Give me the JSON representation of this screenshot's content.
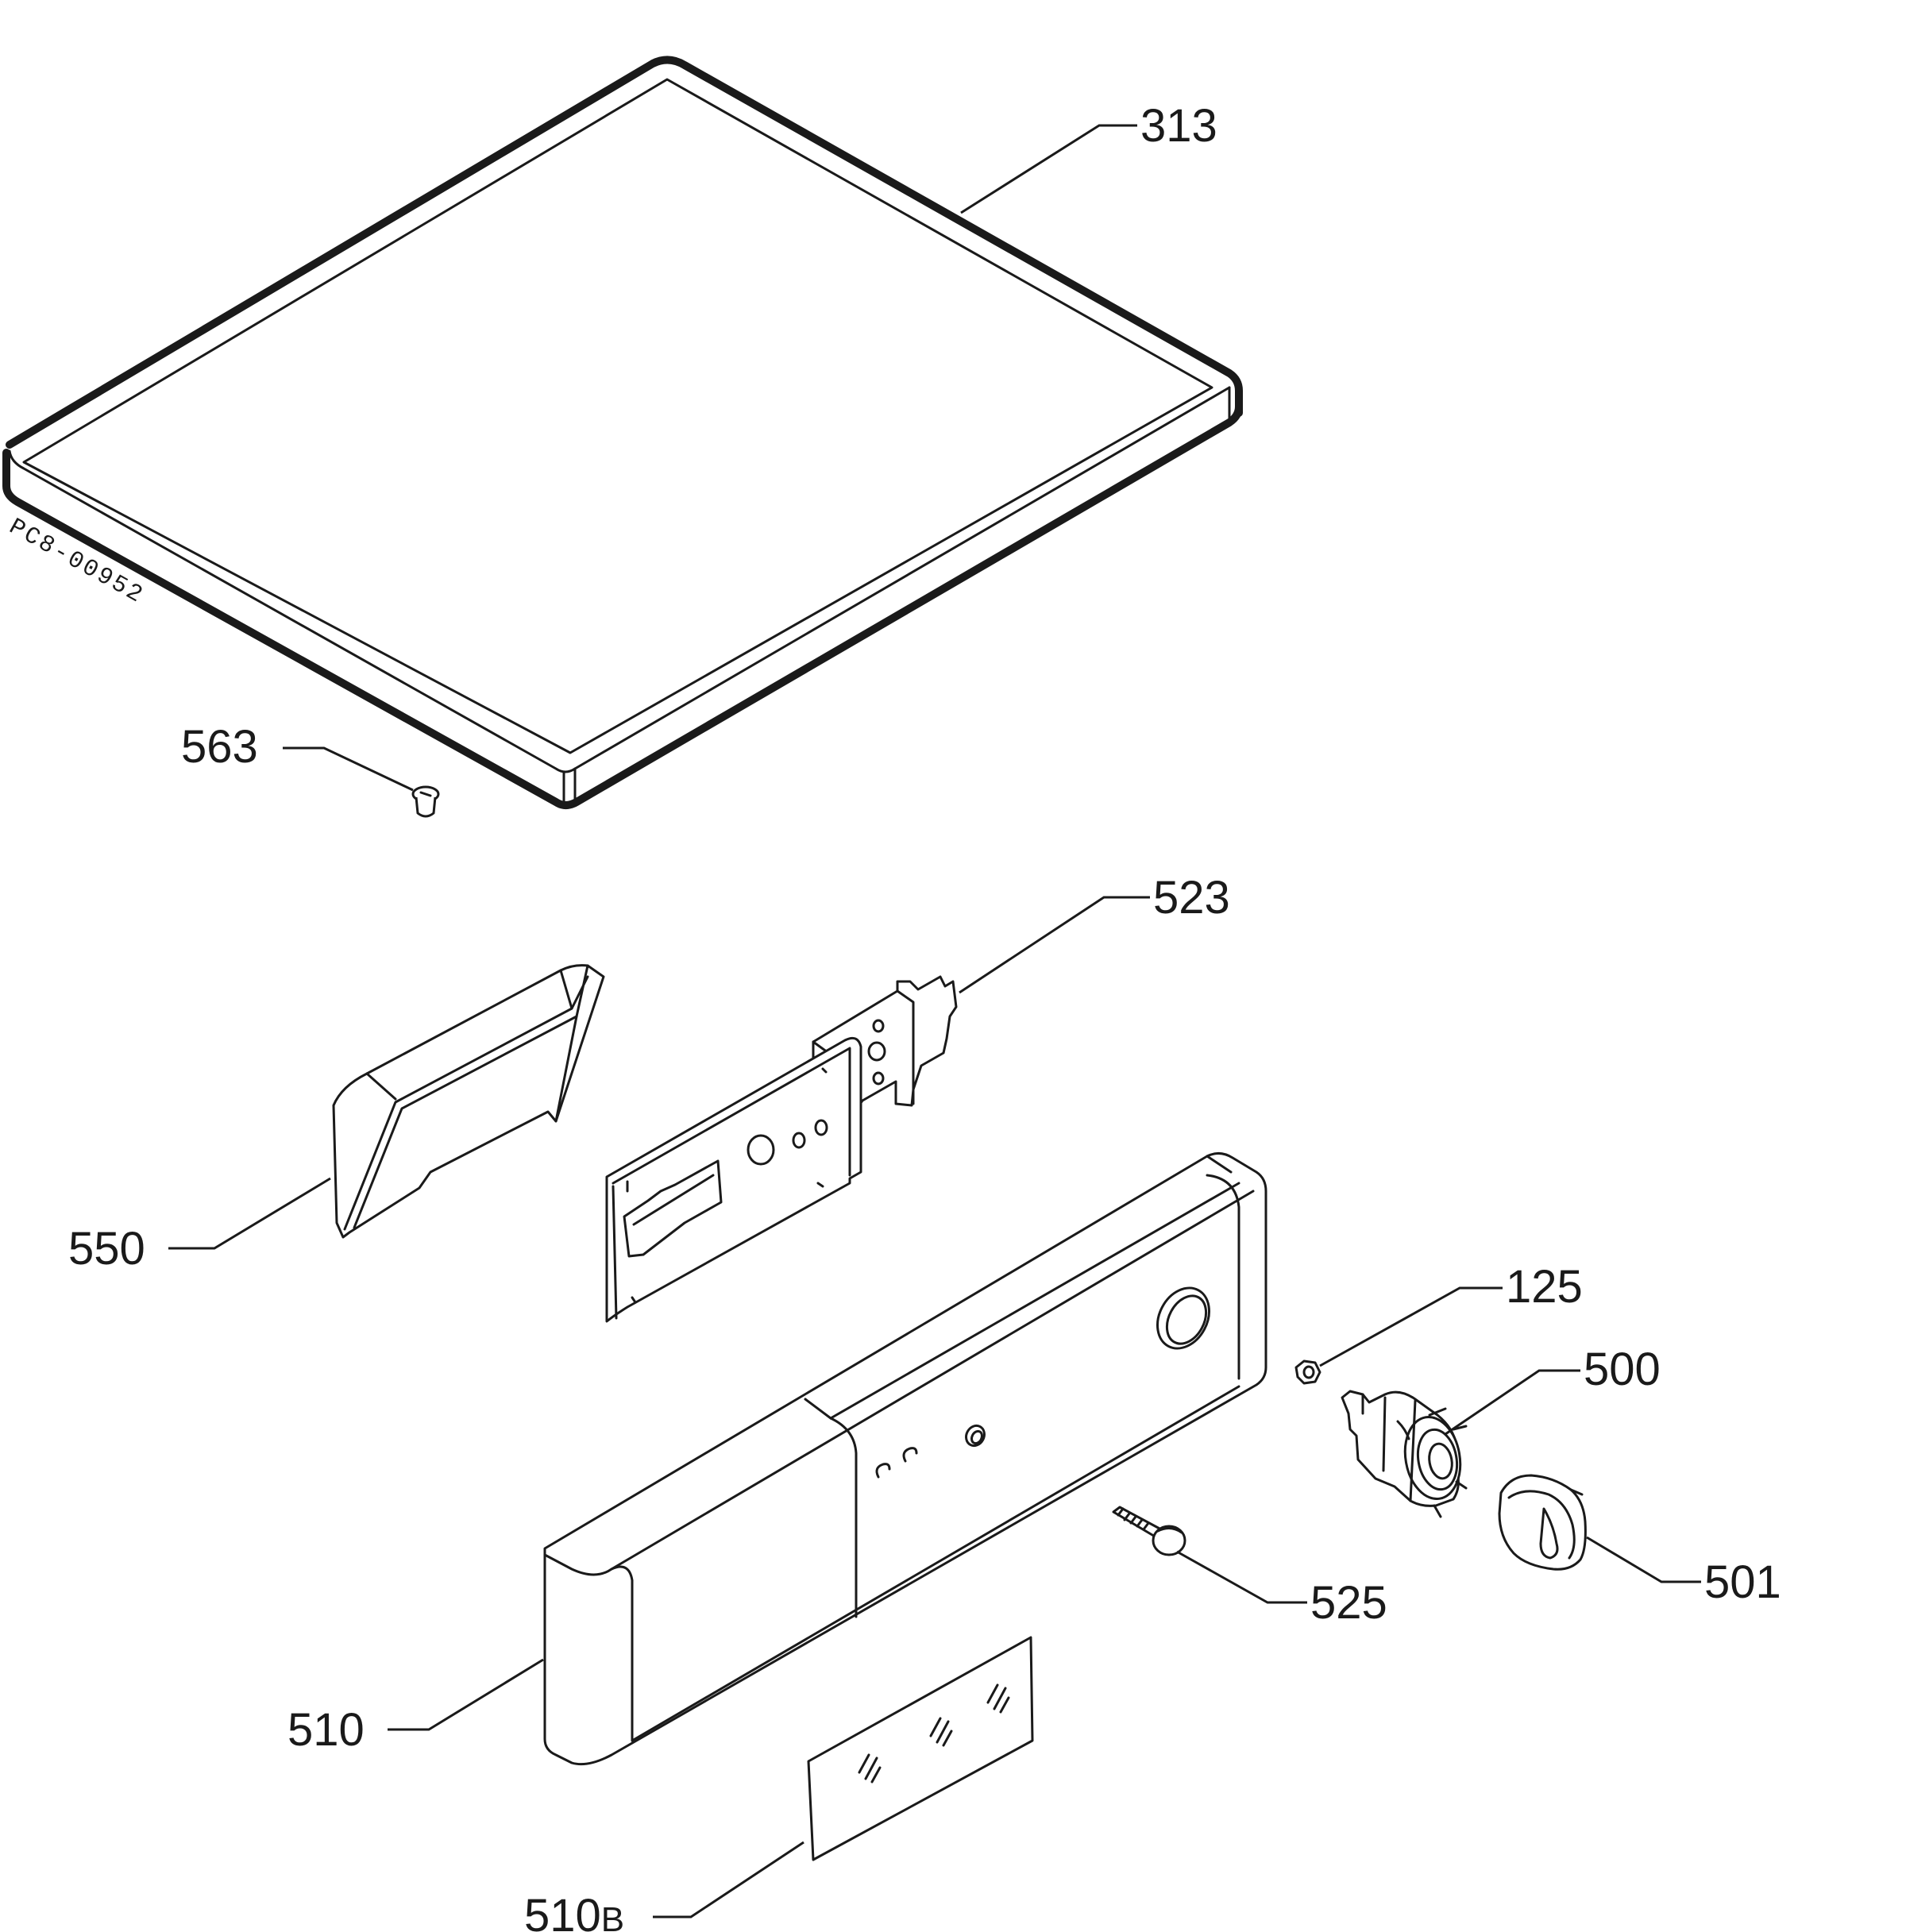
{
  "drawing_code": "PC8-00952",
  "labels": {
    "p313": "313",
    "p563": "563",
    "p523": "523",
    "p550": "550",
    "p125": "125",
    "p500": "500",
    "p525": "525",
    "p501": "501",
    "p510": "510",
    "p510b_num": "510",
    "p510b_suffix": "B"
  }
}
